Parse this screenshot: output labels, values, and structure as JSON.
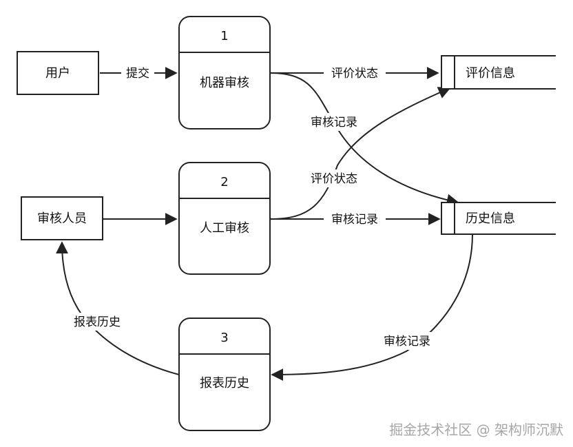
{
  "entities": {
    "user": "用户",
    "reviewer": "审核人员"
  },
  "processes": [
    {
      "number": "1",
      "label": "机器审核"
    },
    {
      "number": "2",
      "label": "人工审核"
    },
    {
      "number": "3",
      "label": "报表历史"
    }
  ],
  "stores": {
    "evaluation": "评价信息",
    "history": "历史信息"
  },
  "flows": {
    "submit": "提交",
    "p1_to_eval": "评价状态",
    "p1_to_history": "审核记录",
    "p2_to_eval": "评价状态",
    "p2_to_history": "审核记录",
    "history_to_p3": "审核记录",
    "p3_to_reviewer": "报表历史"
  },
  "watermark": "掘金技术社区 @ 架构师沉默"
}
